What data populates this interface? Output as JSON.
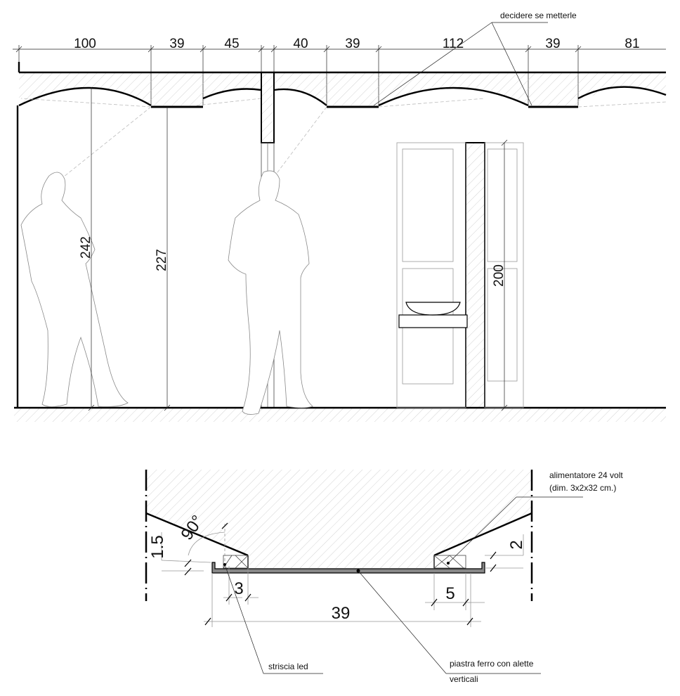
{
  "elevation": {
    "horizontal_dimensions": [
      "100",
      "39",
      "45",
      "40",
      "39",
      "112",
      "39",
      "81"
    ],
    "vertical_dimensions": {
      "left_height": "242",
      "fixture_height": "227",
      "door_height": "200"
    },
    "note_top": "decidere se metterle"
  },
  "detail": {
    "dimensions": {
      "total_width": "39",
      "left_gap": "3",
      "right_gap": "5",
      "left_drop": "1.5",
      "right_drop": "2",
      "angle": "90°"
    },
    "notes": {
      "power_supply_line1": "alimentatore 24 volt",
      "power_supply_line2": "(dim. 3x2x32 cm.)",
      "led_strip": "striscia led",
      "plate_line1": "piastra ferro con alette",
      "plate_line2": "verticali"
    }
  }
}
